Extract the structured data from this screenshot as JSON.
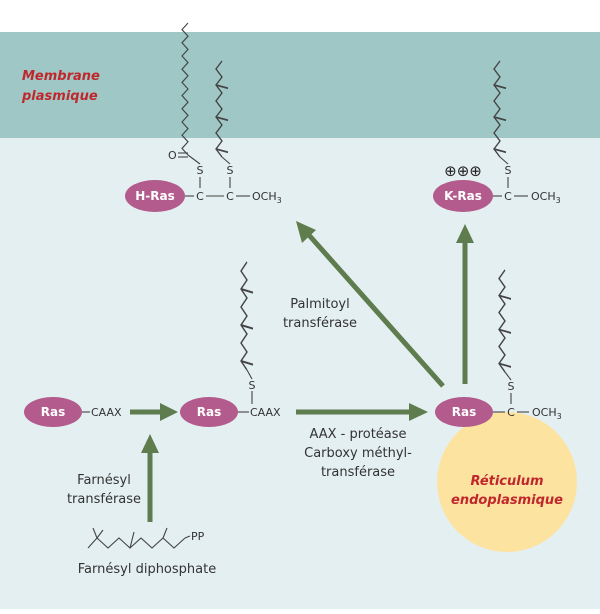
{
  "colors": {
    "membrane": "#9fc7c5",
    "cytoplasm": "#e4eff1",
    "protein": "#b25b8c",
    "arrow": "#5e7c4e",
    "er": "#fde3a0",
    "region_text": "#c0272d",
    "text": "#333333"
  },
  "regions": {
    "membrane": {
      "line1": "Membrane",
      "line2": "plasmique"
    },
    "er": {
      "line1": "Réticulum",
      "line2": "endoplasmique"
    }
  },
  "proteins": {
    "ras_1": "Ras",
    "ras_2": "Ras",
    "ras_3": "Ras",
    "h_ras": "H-Ras",
    "k_ras": "K-Ras"
  },
  "motifs": {
    "caax_1": "CAAX",
    "caax_2": "CAAX"
  },
  "atoms": {
    "s": "S",
    "c": "C",
    "o": "O",
    "och3_base": "OCH",
    "och3_sub": "3",
    "pp": "PP",
    "charges": "⊕⊕⊕"
  },
  "enzymes": {
    "farnesyl_transferase": {
      "line1": "Farnésyl",
      "line2": "transférase"
    },
    "aax_protease": {
      "line1": "AAX - protéase",
      "line2": "Carboxy méthyl-",
      "line3": "transférase"
    },
    "palmitoyl_transferase": {
      "line1": "Palmitoyl",
      "line2": "transférase"
    }
  },
  "substrate": {
    "label": "Farnésyl diphosphate"
  },
  "icons": {
    "arrow": "step-arrow-icon",
    "chain": "lipid-chain-icon",
    "charge": "positive-charge-icon"
  }
}
